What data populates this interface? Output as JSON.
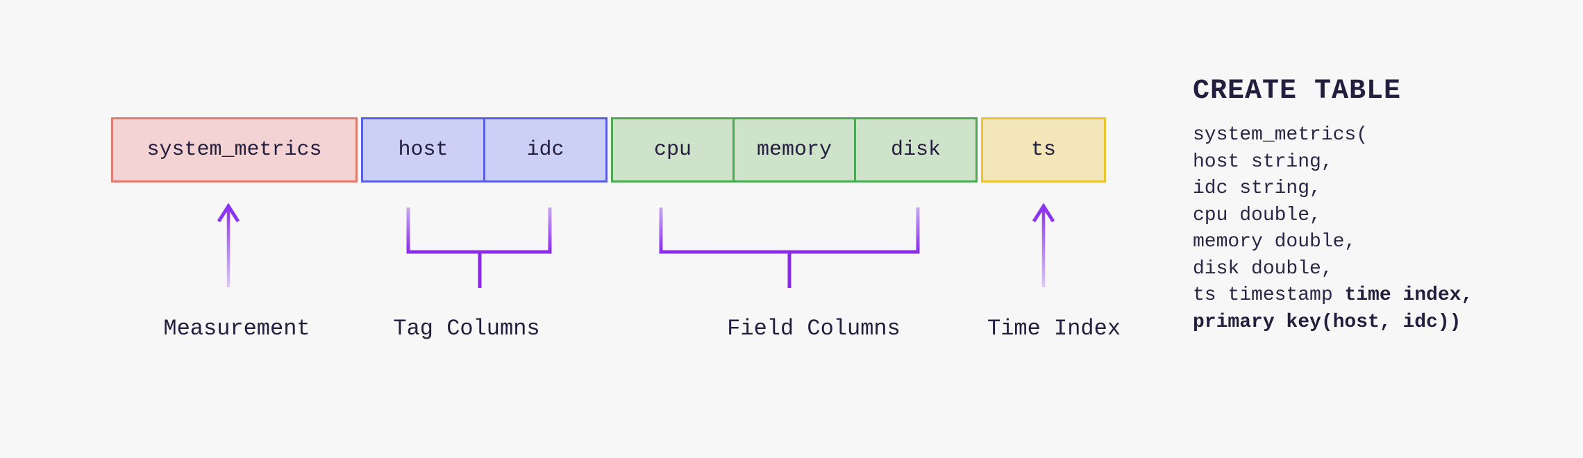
{
  "canvas": {
    "background": "#f7f7f8",
    "ink": "#241e3e",
    "accent_purple": "#8b2be8",
    "accent_purple_light": "#d6c7f9"
  },
  "table_row": {
    "measurement": {
      "label": "Measurement",
      "fill": "#f4d3d4",
      "border": "#e07b70",
      "cells": [
        {
          "text": "system_metrics"
        }
      ]
    },
    "tags": {
      "label": "Tag Columns",
      "fill": "#cdd0f6",
      "border": "#5b5fe2",
      "cells": [
        {
          "text": "host"
        },
        {
          "text": "idc"
        }
      ]
    },
    "fields": {
      "label": "Field Columns",
      "fill": "#cfe3cb",
      "border": "#4ca851",
      "cells": [
        {
          "text": "cpu"
        },
        {
          "text": "memory"
        },
        {
          "text": "disk"
        }
      ]
    },
    "time": {
      "label": "Time Index",
      "fill": "#f3e6b8",
      "border": "#ebc233",
      "cells": [
        {
          "text": "ts"
        }
      ]
    }
  },
  "sql": {
    "heading": "CREATE TABLE",
    "lines": [
      {
        "normal": "system_metrics(",
        "bold": ""
      },
      {
        "normal": "host string,",
        "bold": ""
      },
      {
        "normal": "idc string,",
        "bold": ""
      },
      {
        "normal": "cpu double,",
        "bold": ""
      },
      {
        "normal": "memory double,",
        "bold": ""
      },
      {
        "normal": "disk double,",
        "bold": ""
      },
      {
        "normal": "ts timestamp ",
        "bold": "time index,"
      },
      {
        "normal": "",
        "bold": "primary key(host, idc))"
      }
    ]
  }
}
